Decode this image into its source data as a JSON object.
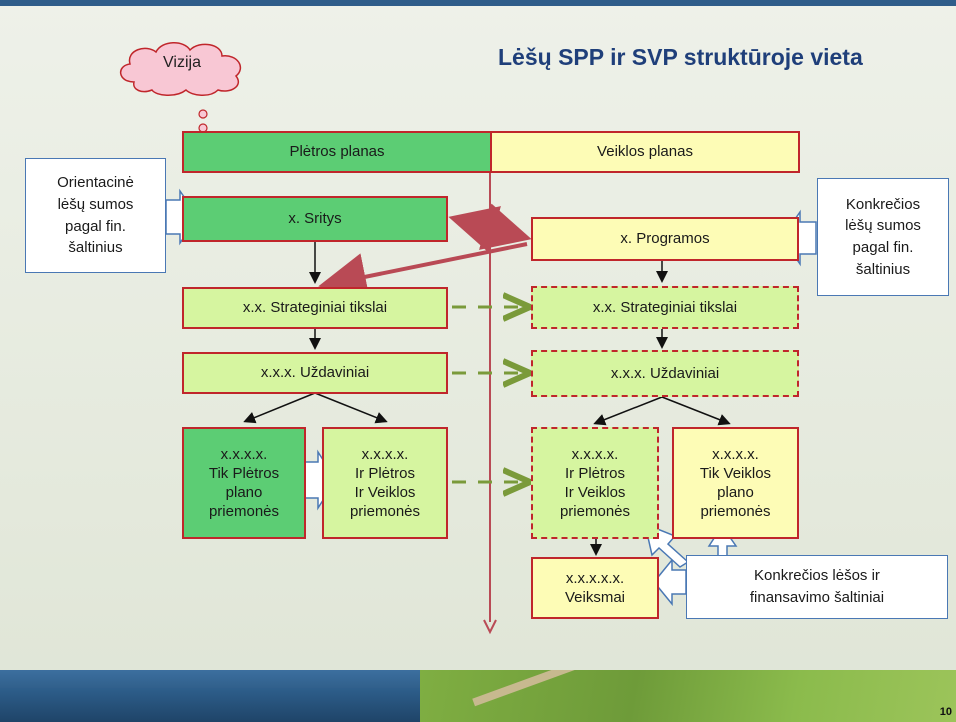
{
  "title": "Lėšų SPP ir SVP struktūroje vieta",
  "cloud": "Vizija",
  "header": {
    "left": "Plėtros planas",
    "right": "Veiklos planas"
  },
  "left": {
    "sritys": "x. Sritys",
    "tikslai": "x.x. Strateginiai tikslai",
    "uzdaviniai": "x.x.x. Uždaviniai",
    "tik_pletros": [
      "x.x.x.x.",
      "Tik Plėtros",
      "plano",
      "priemonės"
    ],
    "ir_pletros": [
      "x.x.x.x.",
      "Ir Plėtros",
      "Ir Veiklos",
      "priemonės"
    ]
  },
  "right": {
    "programos": "x. Programos",
    "tikslai": "x.x. Strateginiai tikslai",
    "uzdaviniai": "x.x.x. Uždaviniai",
    "ir_pletros": [
      "x.x.x.x.",
      "Ir Plėtros",
      "Ir Veiklos",
      "priemonės"
    ],
    "tik_veiklos": [
      "x.x.x.x.",
      "Tik Veiklos",
      "plano",
      "priemonės"
    ],
    "veiksmai": [
      "x.x.x.x.x.",
      "Veiksmai"
    ]
  },
  "callouts": {
    "left": [
      "Orientacinė",
      "lėšų sumos",
      "pagal fin.",
      "šaltinius"
    ],
    "right": [
      "Konkrečios",
      "lėšų sumos",
      "pagal fin.",
      "šaltinius"
    ],
    "bottom": [
      "Konkrečios lėšos ir",
      "finansavimo šaltiniai"
    ]
  },
  "page_number": "10",
  "colors": {
    "green_dark": "#5ccd74",
    "green_light": "#d6f5a0",
    "yellow": "#fdfcb6",
    "border_red": "#c0262b",
    "dashed_arrow": "#7a9a3a",
    "relation_arrow": "#b94a55",
    "title": "#1f3f7a"
  }
}
